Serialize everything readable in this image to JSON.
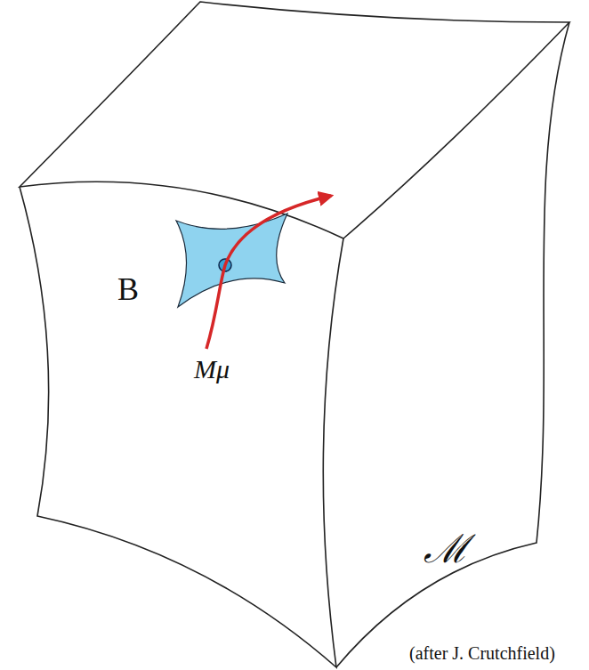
{
  "diagram": {
    "nodes": [
      {
        "text": [
          "ℳ"
        ]
      },
      {
        "text": [
          "B"
        ],
        "in": 0
      }
    ],
    "labels": [
      "Mμ",
      "(after J. Crutchfield)"
    ]
  }
}
